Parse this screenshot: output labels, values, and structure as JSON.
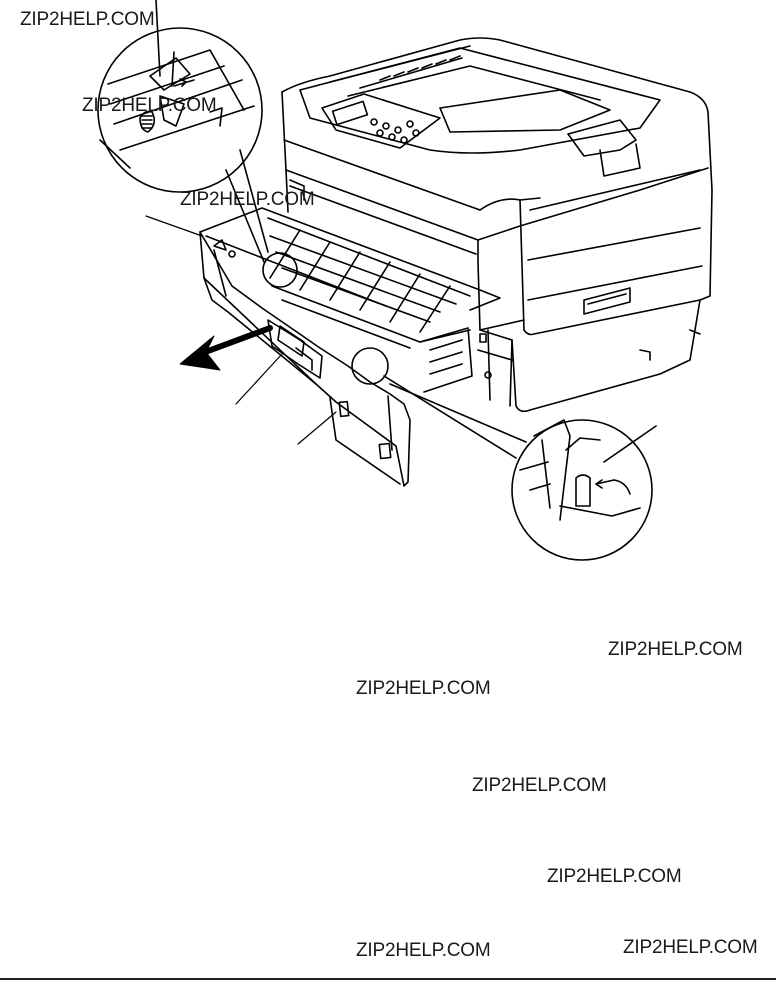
{
  "watermarks": [
    "ZIP2HELP.COM",
    "ZIP2HELP.COM",
    "ZIP2HELP.COM",
    "ZIP2HELP.COM",
    "ZIP2HELP.COM",
    "ZIP2HELP.COM",
    "ZIP2HELP.COM",
    "ZIP2HELP.COM",
    "ZIP2HELP.COM"
  ],
  "illustration": {
    "subject": "printer-with-paper-tray-pulled-out",
    "callouts": [
      "upper-left-magnifier-tray-lock",
      "lower-right-magnifier-tray-lock"
    ],
    "arrow_direction": "left"
  },
  "colors": {
    "line": "#000000",
    "background": "#ffffff"
  }
}
